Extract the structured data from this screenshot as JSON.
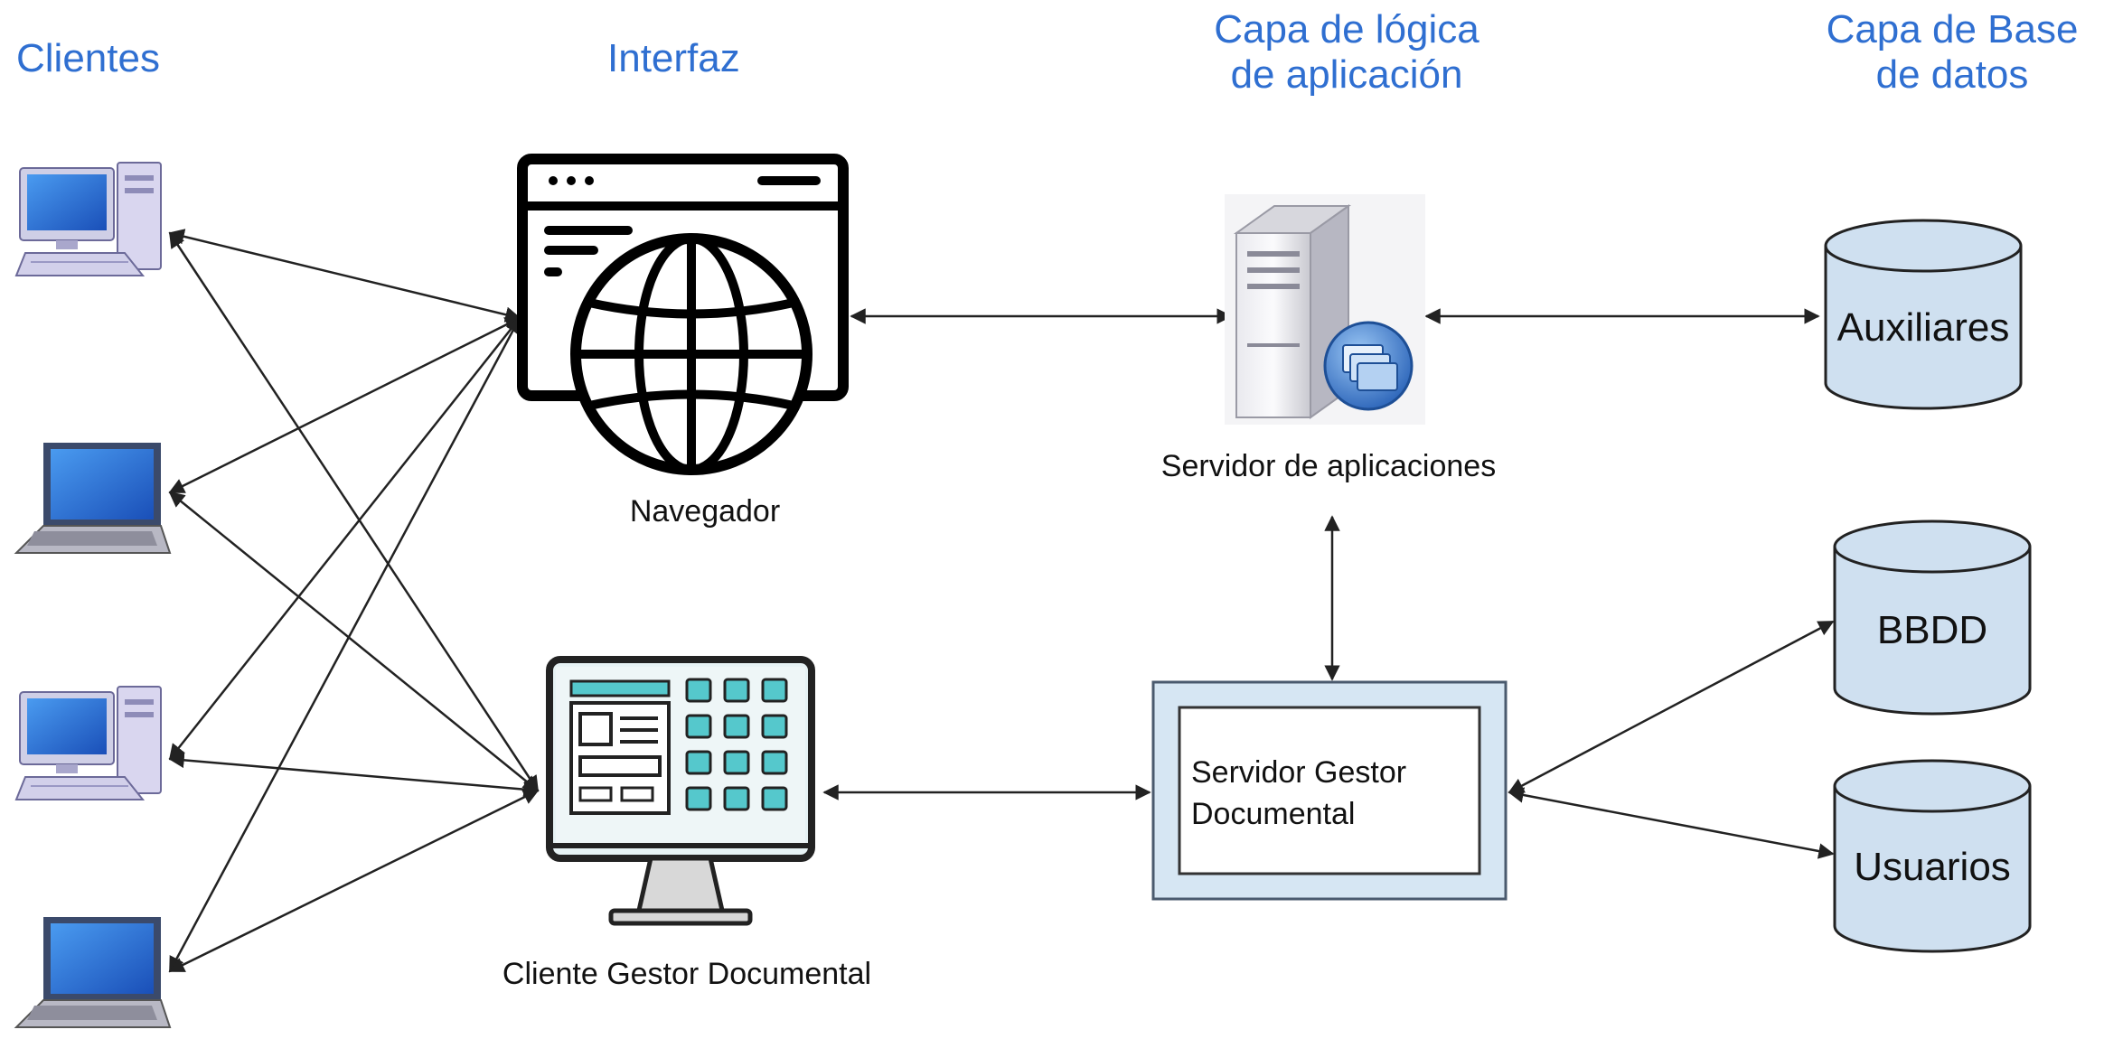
{
  "headers": {
    "clientes": "Clientes",
    "interfaz": "Interfaz",
    "logica_line1": "Capa de lógica",
    "logica_line2": "de aplicación",
    "bd_line1": "Capa de Base",
    "bd_line2": "de datos"
  },
  "nodes": {
    "navegador": "Navegador",
    "cliente_gestor": "Cliente Gestor Documental",
    "servidor_aplicaciones": "Servidor de aplicaciones",
    "servidor_gestor_line1": "Servidor Gestor",
    "servidor_gestor_line2": "Documental"
  },
  "databases": {
    "auxiliares": "Auxiliares",
    "bbdd": "BBDD",
    "usuarios": "Usuarios"
  },
  "icons": {
    "clients": [
      "desktop-computer-icon",
      "laptop-icon",
      "desktop-computer-icon",
      "laptop-icon"
    ],
    "browser": "web-browser-globe-icon",
    "client_app": "desktop-app-monitor-icon",
    "app_server": "server-tower-icon",
    "databases": "database-cylinder-icon"
  },
  "colors": {
    "header_text": "#2f6fd1",
    "db_fill": "#cfe0f0",
    "server_box_fill": "#d6e6f3",
    "screen_blue": "#2a6fd6",
    "app_tile_teal": "#55c8cc"
  }
}
